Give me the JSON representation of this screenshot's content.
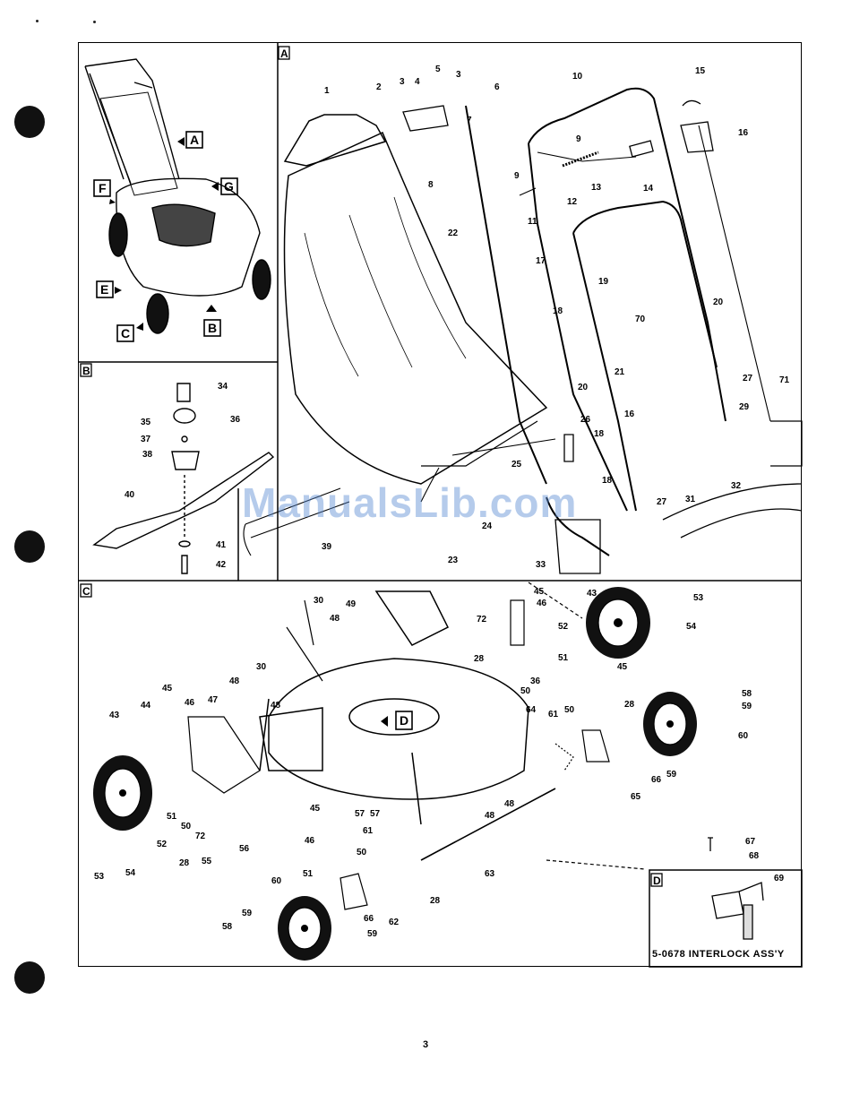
{
  "panels": {
    "a": "A",
    "b": "B",
    "c": "C",
    "d": "D"
  },
  "overview_labels": [
    "A",
    "F",
    "G",
    "E",
    "C",
    "B"
  ],
  "callout_d_label": "D",
  "interlock_caption": "5-0678 INTERLOCK ASS'Y",
  "page_number": "3",
  "watermark": "ManualsLib.com",
  "callouts": {
    "panel_a": [
      "1",
      "2",
      "3",
      "4",
      "5",
      "3",
      "6",
      "7",
      "8",
      "9",
      "9",
      "10",
      "11",
      "12",
      "13",
      "14",
      "15",
      "16",
      "16",
      "17",
      "18",
      "18",
      "18",
      "19",
      "20",
      "20",
      "21",
      "22",
      "23",
      "24",
      "25",
      "26",
      "27",
      "27",
      "29",
      "31",
      "32",
      "33",
      "39",
      "70",
      "71"
    ],
    "panel_b": [
      "34",
      "35",
      "36",
      "37",
      "38",
      "40",
      "41",
      "42"
    ],
    "panel_c": [
      "30",
      "48",
      "49",
      "45",
      "46",
      "43",
      "53",
      "54",
      "52",
      "72",
      "28",
      "51",
      "45",
      "28",
      "58",
      "59",
      "60",
      "36",
      "50",
      "48",
      "30",
      "48",
      "45",
      "46",
      "47",
      "43",
      "44",
      "51",
      "50",
      "72",
      "52",
      "28",
      "55",
      "56",
      "53",
      "54",
      "45",
      "57",
      "57",
      "46",
      "50",
      "61",
      "64",
      "61",
      "50",
      "65",
      "66",
      "59",
      "48",
      "48",
      "63",
      "51",
      "60",
      "66",
      "62",
      "59",
      "58",
      "59",
      "28"
    ],
    "panel_d": [
      "67",
      "68",
      "69"
    ]
  }
}
